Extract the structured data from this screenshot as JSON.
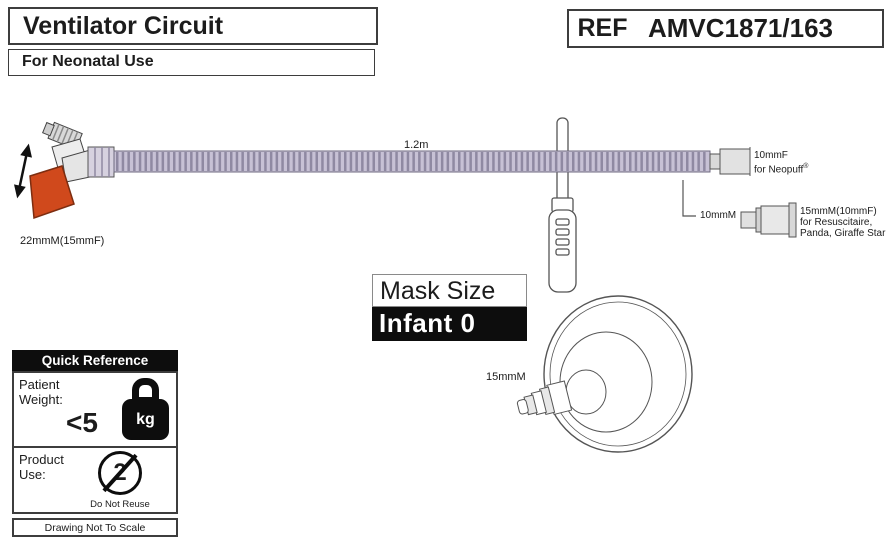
{
  "header": {
    "title": "Ventilator Circuit",
    "subtitle": "For Neonatal Use",
    "ref_label": "REF",
    "ref_value": "AMVC1871/163"
  },
  "labels": {
    "tube_length": "1.2m",
    "left_connector": "22mmM(15mmF)",
    "neopuff_size": "10mmF",
    "neopuff_for": "for Neopuff",
    "neopuff_reg": "®",
    "branch_size": "10mmM",
    "branch_desc_line1": "15mmM(10mmF)",
    "branch_desc_line2": "for Resuscitaire,",
    "branch_desc_line3": "Panda, Giraffe Star",
    "mask_port": "15mmM"
  },
  "mask": {
    "size_label": "Mask Size",
    "size_value": "Infant 0"
  },
  "quick_reference": {
    "title": "Quick Reference",
    "patient_weight_label": "Patient\nWeight:",
    "patient_weight_value": "<5",
    "weight_unit": "kg",
    "product_use_label": "Product\nUse:",
    "reuse_number": "2",
    "reuse_caption": "Do Not Reuse",
    "footer_note": "Drawing Not To Scale"
  },
  "colors": {
    "accent_orange": "#d0491c",
    "tube_fill": "#c7c1d5",
    "tube_ridge": "#8f89a2",
    "panel_black": "#111111"
  }
}
